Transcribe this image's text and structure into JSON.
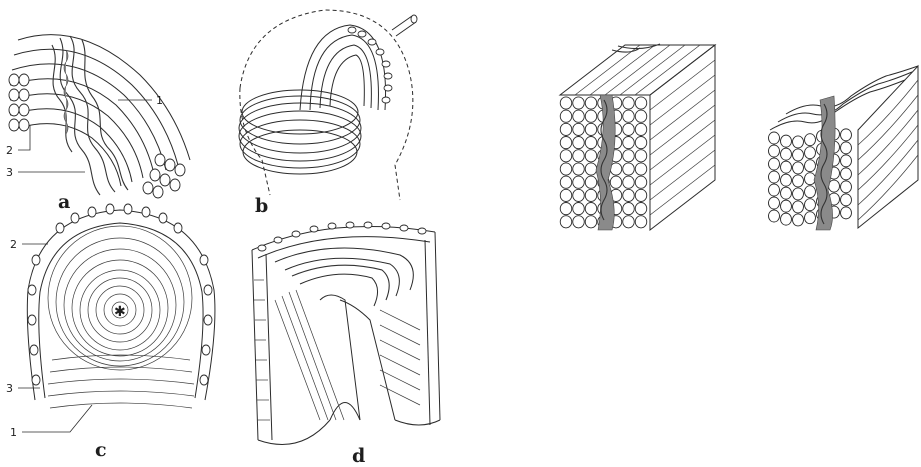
{
  "panels": {
    "a": {
      "label": "a",
      "callouts": [
        "1",
        "2",
        "3"
      ]
    },
    "b": {
      "label": "b"
    },
    "c": {
      "label": "c",
      "callouts": [
        "2",
        "3",
        "1"
      ]
    },
    "d": {
      "label": "d"
    }
  }
}
